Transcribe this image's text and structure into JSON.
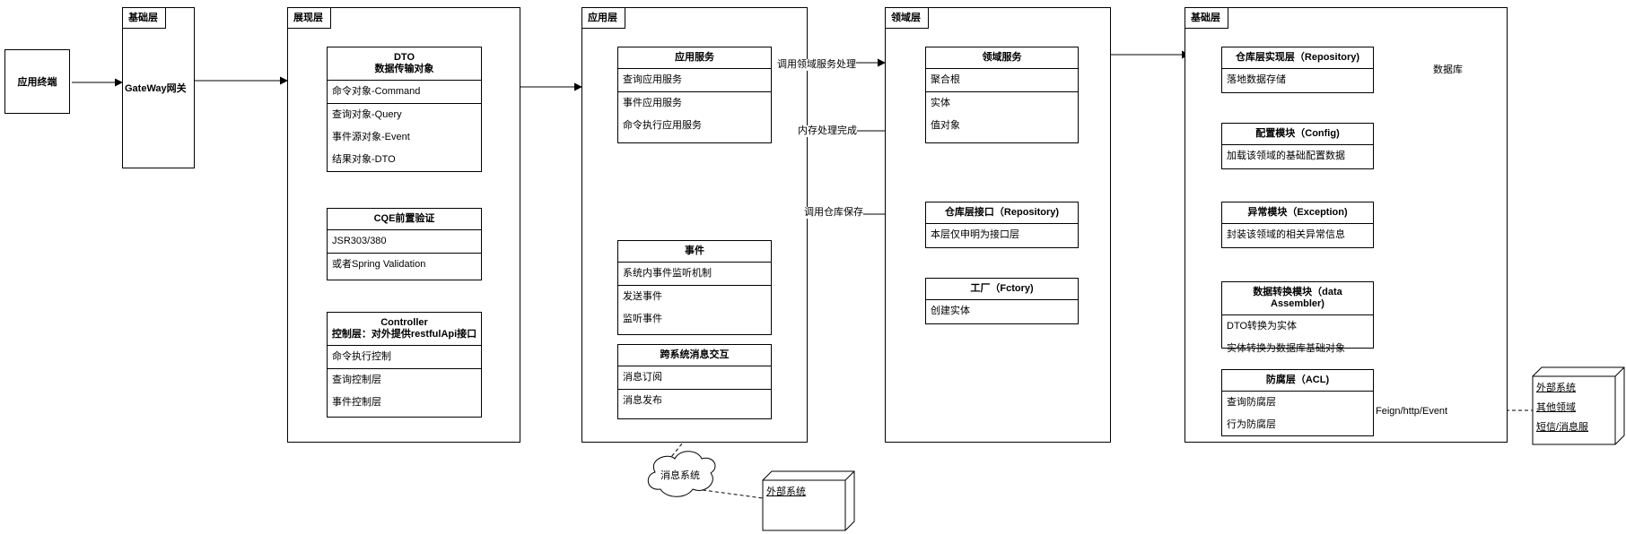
{
  "terminal": "应用终端",
  "gateway": {
    "tag": "基础层",
    "label": "GateWay网关"
  },
  "presentation": {
    "tag": "展现层",
    "dto": {
      "title": "DTO",
      "subtitle": "数据传输对象",
      "rows1": [
        "命令对象-Command"
      ],
      "rows2": [
        "查询对象-Query",
        "事件源对象-Event",
        "结果对象-DTO"
      ]
    },
    "cqe": {
      "title": "CQE前置验证",
      "rows1": [
        "JSR303/380"
      ],
      "rows2": [
        "或者Spring Validation"
      ]
    },
    "controller": {
      "title": "Controller",
      "subtitle": "控制层：对外提供restfulApi接口",
      "rows1": [
        "命令执行控制"
      ],
      "rows2": [
        "查询控制层",
        "事件控制层"
      ]
    }
  },
  "application": {
    "tag": "应用层",
    "service": {
      "title": "应用服务",
      "rows1": [
        "查询应用服务"
      ],
      "rows2": [
        "事件应用服务",
        "命令执行应用服务"
      ]
    },
    "event": {
      "title": "事件",
      "rows1": [
        "系统内事件监听机制"
      ],
      "rows2": [
        "发送事件",
        "监听事件"
      ]
    },
    "cross": {
      "title": "跨系统消息交互",
      "rows1": [
        "消息订阅"
      ],
      "rows2": [
        "消息发布"
      ]
    },
    "mq": "消息系统",
    "external": "外部系统"
  },
  "domain": {
    "tag": "领域层",
    "service": {
      "title": "领域服务",
      "rows1": [
        "聚合根"
      ],
      "rows2": [
        "实体",
        "值对象"
      ]
    },
    "repo": {
      "title": "仓库层接口（Repository)",
      "rows1": [
        "本层仅申明为接口层"
      ]
    },
    "factory": {
      "title": "工厂（Fctory)",
      "rows1": [
        "创建实体"
      ]
    }
  },
  "infrastructure": {
    "tag": "基础层",
    "repo": {
      "title": "仓库层实现层（Repository)",
      "rows1": [
        "落地数据存储"
      ]
    },
    "config": {
      "title": "配置模块（Config)",
      "rows1": [
        "加载该领域的基础配置数据"
      ]
    },
    "exception": {
      "title": "异常模块（Exception)",
      "rows1": [
        "封装该领域的相关异常信息"
      ]
    },
    "assembler": {
      "title": "数据转换模块（data Assembler)",
      "rows1": [
        "DTO转换为实体",
        "实体转换为数据库基础对象"
      ]
    },
    "acl": {
      "title": "防腐层（ACL)",
      "rows1": [
        "查询防腐层",
        "行为防腐层"
      ]
    },
    "db": "数据库",
    "external": [
      "外部系统",
      "其他领域",
      "短信/消息服"
    ]
  },
  "edges": {
    "call_domain": "调用领域服务处理",
    "memory_done": "内存处理完成",
    "call_repo": "调用仓库保存",
    "feign": "Feign/http/Event"
  }
}
